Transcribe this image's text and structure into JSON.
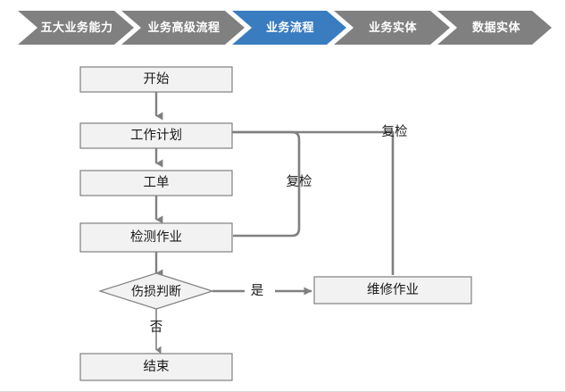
{
  "breadcrumb": {
    "active_index": 2,
    "active_color": "#3a7cc0",
    "inactive_color": "#808080",
    "text_color": "#ffffff",
    "items": [
      {
        "label": "五大业务能力"
      },
      {
        "label": "业务高级流程"
      },
      {
        "label": "业务流程"
      },
      {
        "label": "业务实体"
      },
      {
        "label": "数据实体"
      }
    ]
  },
  "flowchart": {
    "node_fill": "#f2f2f2",
    "node_stroke": "#808080",
    "connector_color": "#808080",
    "nodes": [
      {
        "id": "start",
        "label": "开始",
        "shape": "rect"
      },
      {
        "id": "work-plan",
        "label": "工作计划",
        "shape": "rect"
      },
      {
        "id": "work-order",
        "label": "工单",
        "shape": "rect"
      },
      {
        "id": "inspection",
        "label": "检测作业",
        "shape": "rect"
      },
      {
        "id": "decision",
        "label": "伤损判断",
        "shape": "diamond"
      },
      {
        "id": "repair",
        "label": "维修作业",
        "shape": "rect"
      },
      {
        "id": "end",
        "label": "结束",
        "shape": "rect"
      }
    ],
    "edge_labels": [
      {
        "id": "yes",
        "label": "是"
      },
      {
        "id": "no",
        "label": "否"
      },
      {
        "id": "recheck-inner",
        "label": "复检"
      },
      {
        "id": "recheck-outer",
        "label": "复检"
      }
    ]
  }
}
